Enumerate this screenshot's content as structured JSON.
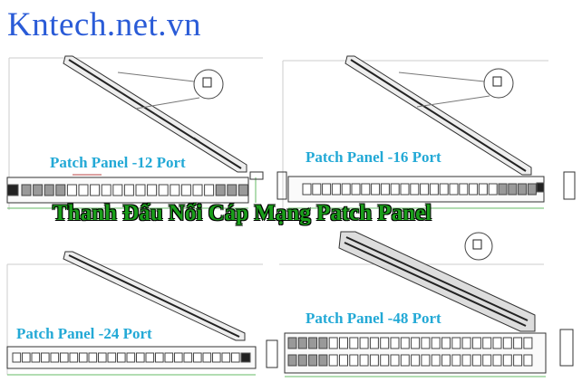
{
  "brand": {
    "text": "Kntech.net.vn"
  },
  "title": {
    "text": "Thanh Đấu Nối Cáp Mạng Patch Panel"
  },
  "panels": [
    {
      "label": "Patch Panel -12 Port"
    },
    {
      "label": "Patch Panel -16 Port"
    },
    {
      "label": "Patch Panel -24 Port"
    },
    {
      "label": "Patch Panel -48 Port"
    }
  ],
  "colors": {
    "brand": "#2a5bd7",
    "title": "#1a9e1a",
    "labels": "#23a9d6"
  }
}
